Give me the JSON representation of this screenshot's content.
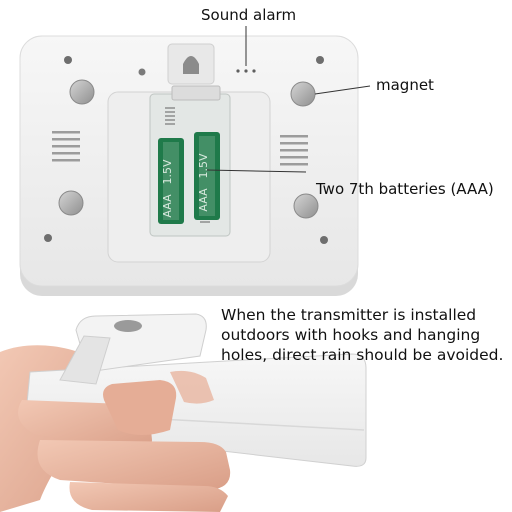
{
  "callouts": {
    "sound_alarm": "Sound alarm",
    "magnet": "magnet",
    "batteries": "Two 7th batteries (AAA)"
  },
  "caption": {
    "line1": "When the transmitter is installed",
    "line2": "outdoors with hooks and hanging",
    "line3": "holes, direct rain should be avoided."
  },
  "battery_markings": {
    "voltage": "1.5V",
    "type": "AAA"
  },
  "colors": {
    "device_body": "#f1f1f1",
    "battery_compartment": "#e6ece8",
    "battery_green": "#1f7a4a",
    "skin": "#e9b9a4"
  }
}
